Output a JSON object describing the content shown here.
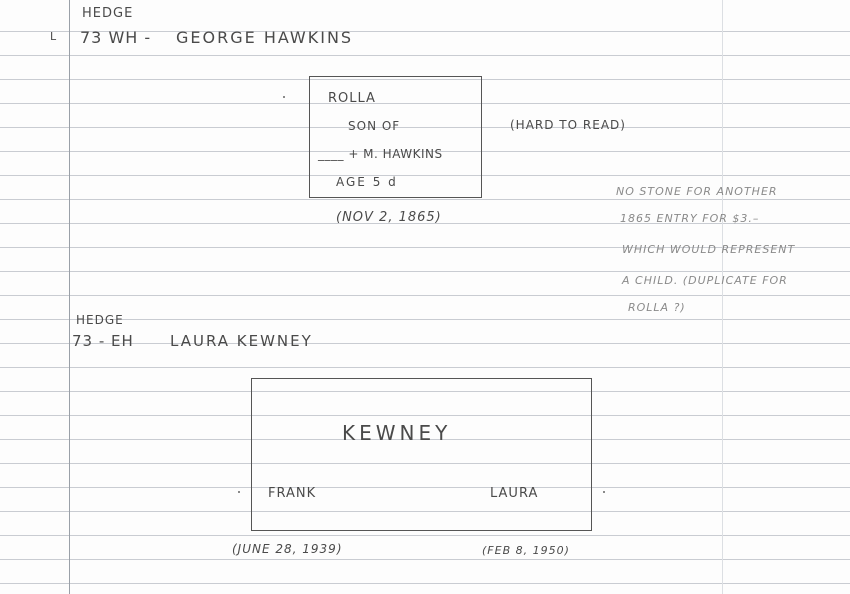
{
  "entry1": {
    "section": "HEDGE",
    "tick": "L",
    "plot": "73 WH -",
    "name": "GEORGE HAWKINS",
    "stone_lines": [
      "ROLLA",
      "SON OF",
      "____ + M. HAWKINS",
      "AGE 5 d"
    ],
    "date": "(NOV 2, 1865)",
    "note": "(HARD TO READ)",
    "side_note_lines": [
      "NO STONE FOR ANOTHER",
      "1865 ENTRY FOR $3.–",
      "WHICH WOULD REPRESENT",
      "A CHILD. (DUPLICATE FOR",
      "ROLLA ?)"
    ]
  },
  "entry2": {
    "section": "HEDGE",
    "plot": "73 - EH",
    "name": "LAURA KEWNEY",
    "stone_surname": "KEWNEY",
    "stone_left": "FRANK",
    "stone_right": "LAURA",
    "date_left": "(JUNE 28, 1939)",
    "date_right": "(FEB 8, 1950)"
  },
  "colors": {
    "ink": "#4a4a4a",
    "faint_ink": "#8a8a8a",
    "rule_line": "#c9ccd2",
    "margin_line": "#9aa0a8"
  }
}
